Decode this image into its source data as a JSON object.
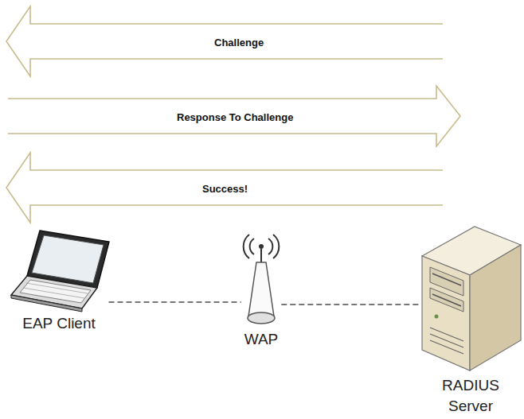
{
  "diagram": {
    "nodes": [
      {
        "text": [
          "Challenge"
        ]
      },
      {
        "text": [
          "Response To Challenge"
        ]
      },
      {
        "text": [
          "Success!"
        ]
      },
      {
        "text": [
          "EAP Client"
        ]
      },
      {
        "text": [
          "WAP"
        ]
      },
      {
        "text": [
          "RADIUS Server"
        ]
      }
    ],
    "edges": [
      {
        "from": 3,
        "to": 4,
        "arrow": "none"
      },
      {
        "from": 4,
        "to": 5,
        "arrow": "none"
      }
    ]
  }
}
